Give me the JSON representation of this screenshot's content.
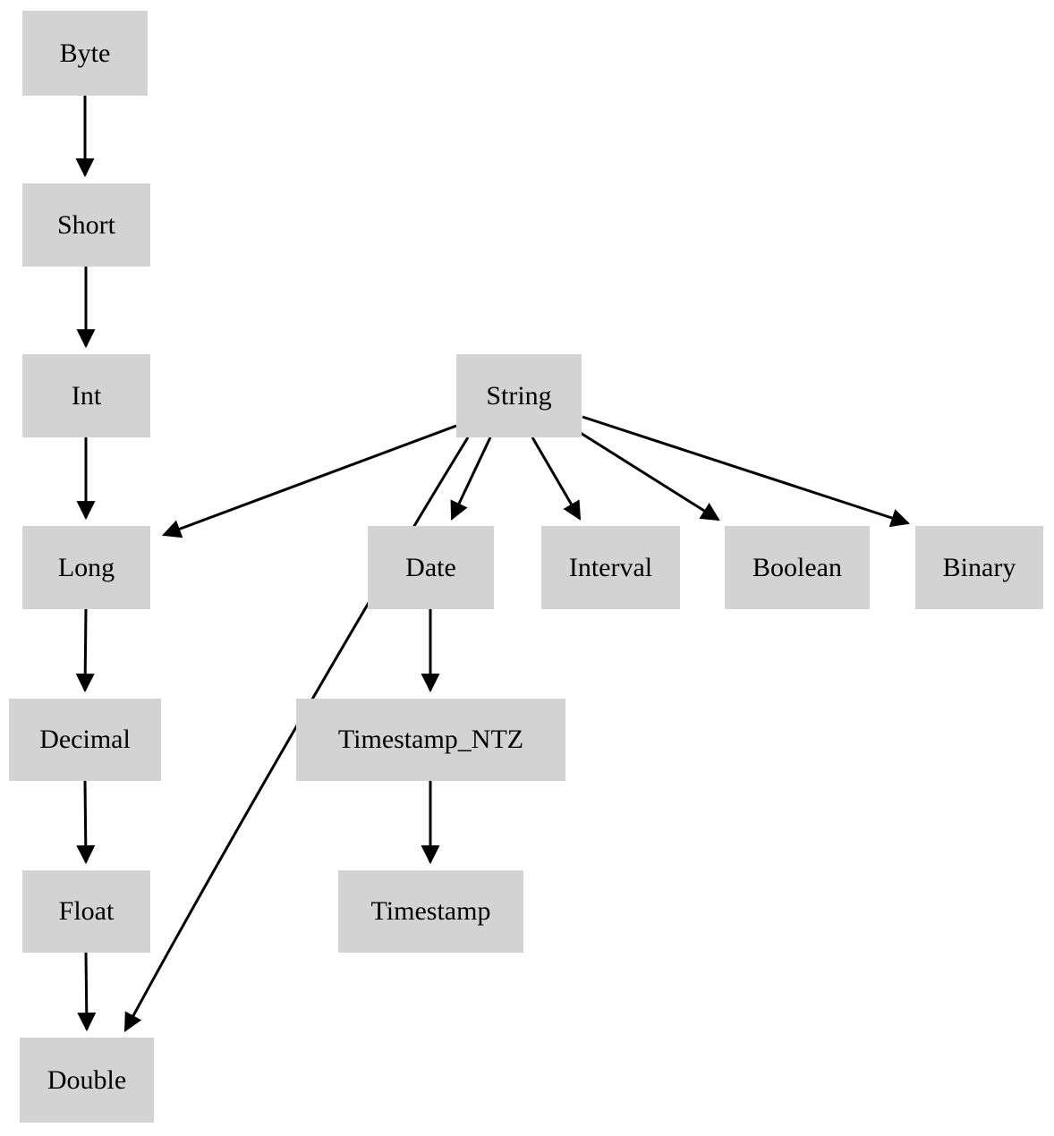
{
  "diagram": {
    "title": "Type coercion hierarchy diagram",
    "background_color": "#ffffff",
    "node_fill_color": "#d3d3d3",
    "node_text_color": "#000000",
    "edge_color": "#000000"
  },
  "nodes": [
    {
      "id": "byte",
      "label": "Byte"
    },
    {
      "id": "short",
      "label": "Short"
    },
    {
      "id": "int",
      "label": "Int"
    },
    {
      "id": "long",
      "label": "Long"
    },
    {
      "id": "decimal",
      "label": "Decimal"
    },
    {
      "id": "float",
      "label": "Float"
    },
    {
      "id": "double",
      "label": "Double"
    },
    {
      "id": "string",
      "label": "String"
    },
    {
      "id": "date",
      "label": "Date"
    },
    {
      "id": "interval",
      "label": "Interval"
    },
    {
      "id": "boolean",
      "label": "Boolean"
    },
    {
      "id": "binary",
      "label": "Binary"
    },
    {
      "id": "timestamp_ntz",
      "label": "Timestamp_NTZ"
    },
    {
      "id": "timestamp",
      "label": "Timestamp"
    }
  ],
  "edges": [
    {
      "from": "Byte",
      "to": "Short"
    },
    {
      "from": "Short",
      "to": "Int"
    },
    {
      "from": "Int",
      "to": "Long"
    },
    {
      "from": "Long",
      "to": "Decimal"
    },
    {
      "from": "Decimal",
      "to": "Float"
    },
    {
      "from": "Float",
      "to": "Double"
    },
    {
      "from": "String",
      "to": "Long"
    },
    {
      "from": "String",
      "to": "Double"
    },
    {
      "from": "String",
      "to": "Date"
    },
    {
      "from": "String",
      "to": "Interval"
    },
    {
      "from": "String",
      "to": "Boolean"
    },
    {
      "from": "String",
      "to": "Binary"
    },
    {
      "from": "Date",
      "to": "Timestamp_NTZ"
    },
    {
      "from": "Timestamp_NTZ",
      "to": "Timestamp"
    }
  ]
}
